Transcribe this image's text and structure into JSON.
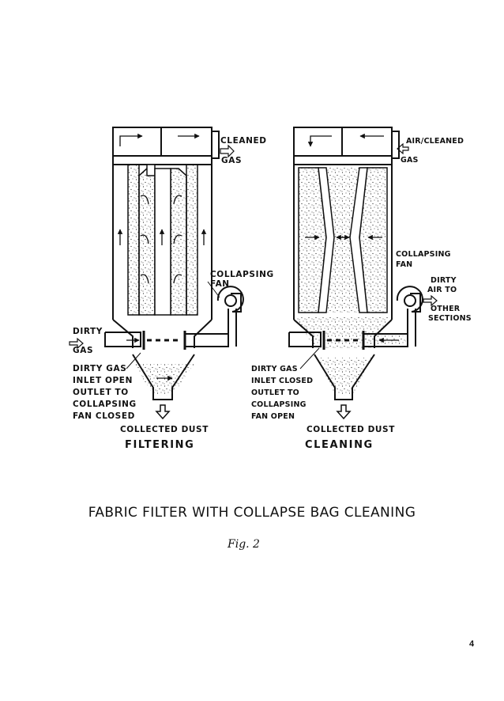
{
  "filtering": {
    "outlet_label": [
      "CLEANED",
      "GAS"
    ],
    "fan_label": [
      "COLLAPSING",
      "FAN"
    ],
    "inlet_label": [
      "DIRTY",
      "GAS"
    ],
    "state_label": [
      "DIRTY GAS",
      "INLET OPEN",
      "OUTLET TO",
      "COLLAPSING",
      "FAN CLOSED"
    ],
    "dust_label": "COLLECTED DUST",
    "caption": "FILTERING"
  },
  "cleaning": {
    "outlet_label": [
      "AIR/CLEANED",
      "GAS"
    ],
    "fan_label": [
      "COLLAPSING",
      "FAN"
    ],
    "air_label": [
      "DIRTY",
      "AIR TO",
      "OTHER",
      "SECTIONS"
    ],
    "state_label": [
      "DIRTY GAS",
      "INLET CLOSED",
      "OUTLET TO",
      "COLLAPSING",
      "FAN OPEN"
    ],
    "dust_label": "COLLECTED DUST",
    "caption": "CLEANING"
  },
  "figure_title": "FABRIC FILTER WITH COLLAPSE BAG CLEANING",
  "figure_number": "Fig.   2",
  "page_number": "4"
}
